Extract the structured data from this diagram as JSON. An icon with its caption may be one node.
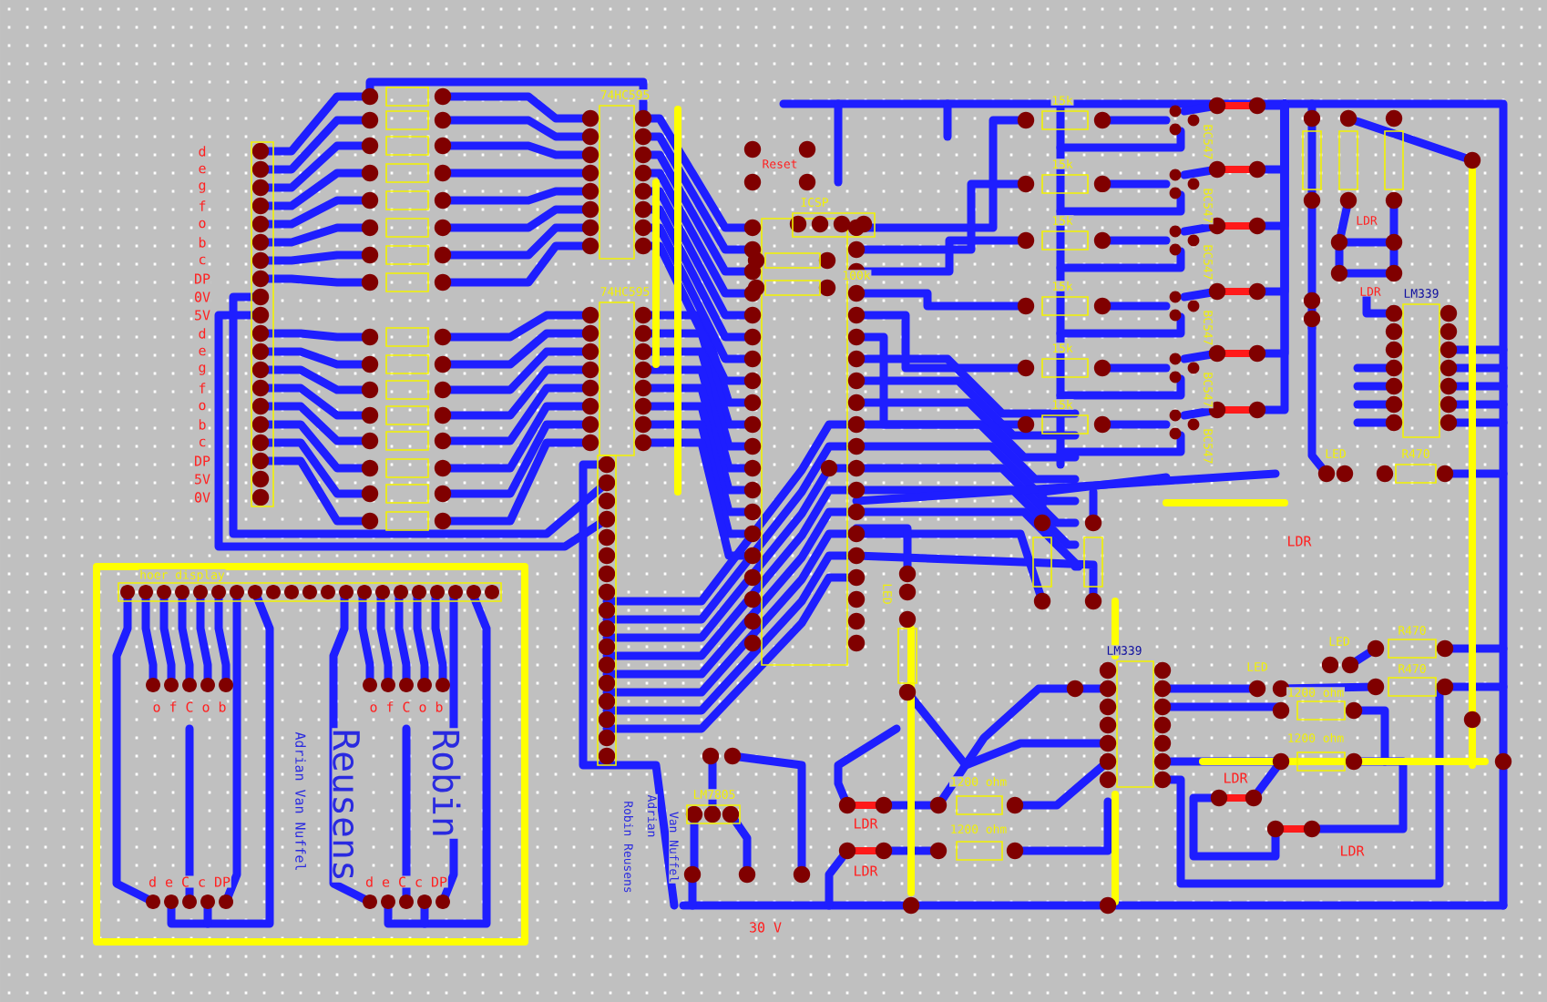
{
  "diagram": {
    "labels": [
      "d",
      "e",
      "g",
      "f",
      "o",
      "b",
      "c",
      "DP",
      "0V",
      "5V",
      "d",
      "e",
      "g",
      "f",
      "o",
      "b",
      "c",
      "DP",
      "5V",
      "0V",
      "74HC595",
      "74HC595",
      "Reset",
      "ICSP",
      "100k",
      "15k",
      "15k",
      "15k",
      "15k",
      "15k",
      "15k",
      "BC547",
      "BC547",
      "BC547",
      "BC547",
      "BC547",
      "BC547",
      "LDR",
      "LDR",
      "LM339",
      "LED",
      "R470",
      "hoer display",
      "o f C o b",
      "o f C o b",
      "Adrian Van Nuffel",
      "Reusens",
      "Robin",
      "d e C c DP",
      "d e C c DP",
      "Robin Reusens",
      "Adrian",
      "Van Nuffel",
      "LM7805",
      "30 V",
      "LED",
      "LM339",
      "LDR",
      "LED",
      "LED",
      "R470",
      "R470",
      "1200 ohm",
      "1200 ohm",
      "1200 ohm",
      "1200 ohm",
      "LDR",
      "LDR",
      "LDR",
      "LDR"
    ]
  }
}
